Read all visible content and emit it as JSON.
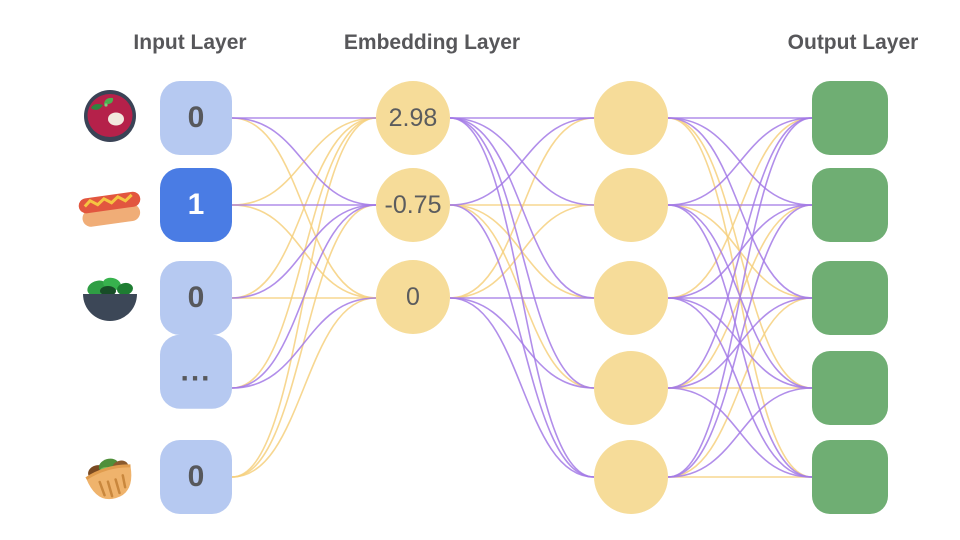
{
  "input_layer": {
    "title": "Input Layer",
    "nodes": [
      {
        "icon": "borscht-icon",
        "value": "0",
        "active": false
      },
      {
        "icon": "hotdog-icon",
        "value": "1",
        "active": true
      },
      {
        "icon": "salad-icon",
        "value": "0",
        "active": false
      },
      {
        "icon": null,
        "value": "...",
        "active": false
      },
      {
        "icon": "pita-icon",
        "value": "0",
        "active": false
      }
    ]
  },
  "embedding_layer": {
    "title": "Embedding Layer",
    "nodes": [
      {
        "value": "2.98"
      },
      {
        "value": "-0.75"
      },
      {
        "value": "0"
      }
    ]
  },
  "hidden_layer": {
    "node_count": 5
  },
  "output_layer": {
    "title": "Output Layer",
    "node_count": 5
  },
  "colors": {
    "input_box": "#b6c9f1",
    "input_box_active": "#4a7ce4",
    "node_yellow": "#f6dc99",
    "output_green": "#6fae73",
    "edge_purple": "#a37ae6",
    "edge_yellow": "#f6d07e",
    "text_dark": "#57585c",
    "title_gray": "#57575a"
  },
  "connections": {
    "input_to_embedding": [
      [
        "P",
        "P",
        "Y"
      ],
      [
        "Y",
        "P",
        "Y"
      ],
      [
        "Y",
        "P",
        "Y"
      ],
      [
        "Y",
        "P",
        "P"
      ],
      [
        "Y",
        "Y",
        "Y"
      ]
    ],
    "embedding_to_hidden": [
      [
        "P",
        "P",
        "P",
        "P",
        "P"
      ],
      [
        "P",
        "Y",
        "Y",
        "Y",
        "P"
      ],
      [
        "Y",
        "Y",
        "P",
        "P",
        "P"
      ]
    ],
    "hidden_to_output": [
      [
        "P",
        "P",
        "P",
        "Y",
        "Y"
      ],
      [
        "P",
        "P",
        "Y",
        "P",
        "P"
      ],
      [
        "Y",
        "P",
        "P",
        "P",
        "P"
      ],
      [
        "P",
        "Y",
        "P",
        "Y",
        "P"
      ],
      [
        "P",
        "P",
        "Y",
        "P",
        "Y"
      ]
    ]
  }
}
